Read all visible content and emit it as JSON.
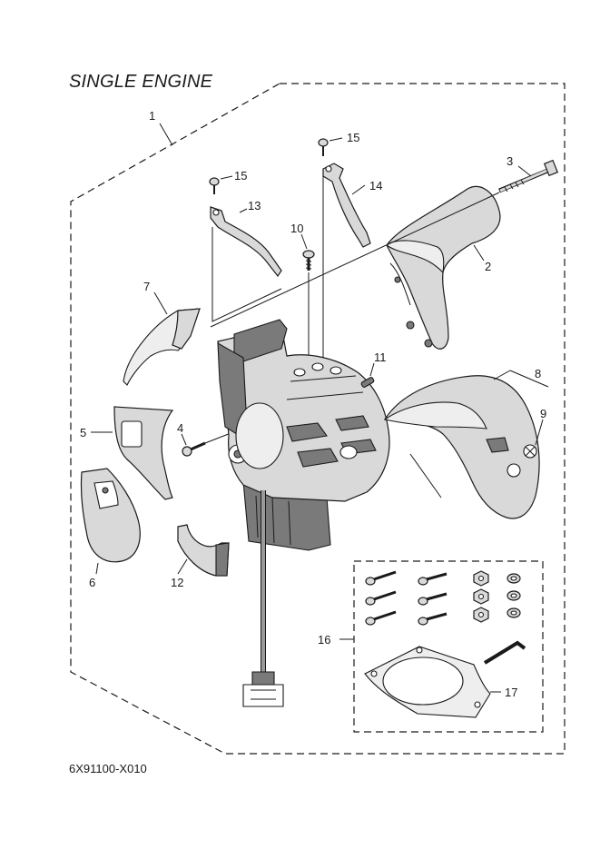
{
  "title": "SINGLE ENGINE",
  "code": "6X91100-X010",
  "callouts": {
    "c1": "1",
    "c2": "2",
    "c3": "3",
    "c4": "4",
    "c5": "5",
    "c6": "6",
    "c7": "7",
    "c8": "8",
    "c9": "9",
    "c10": "10",
    "c11": "11",
    "c12": "12",
    "c13": "13",
    "c14": "14",
    "c15a": "15",
    "c15b": "15",
    "c16": "16",
    "c17": "17"
  }
}
